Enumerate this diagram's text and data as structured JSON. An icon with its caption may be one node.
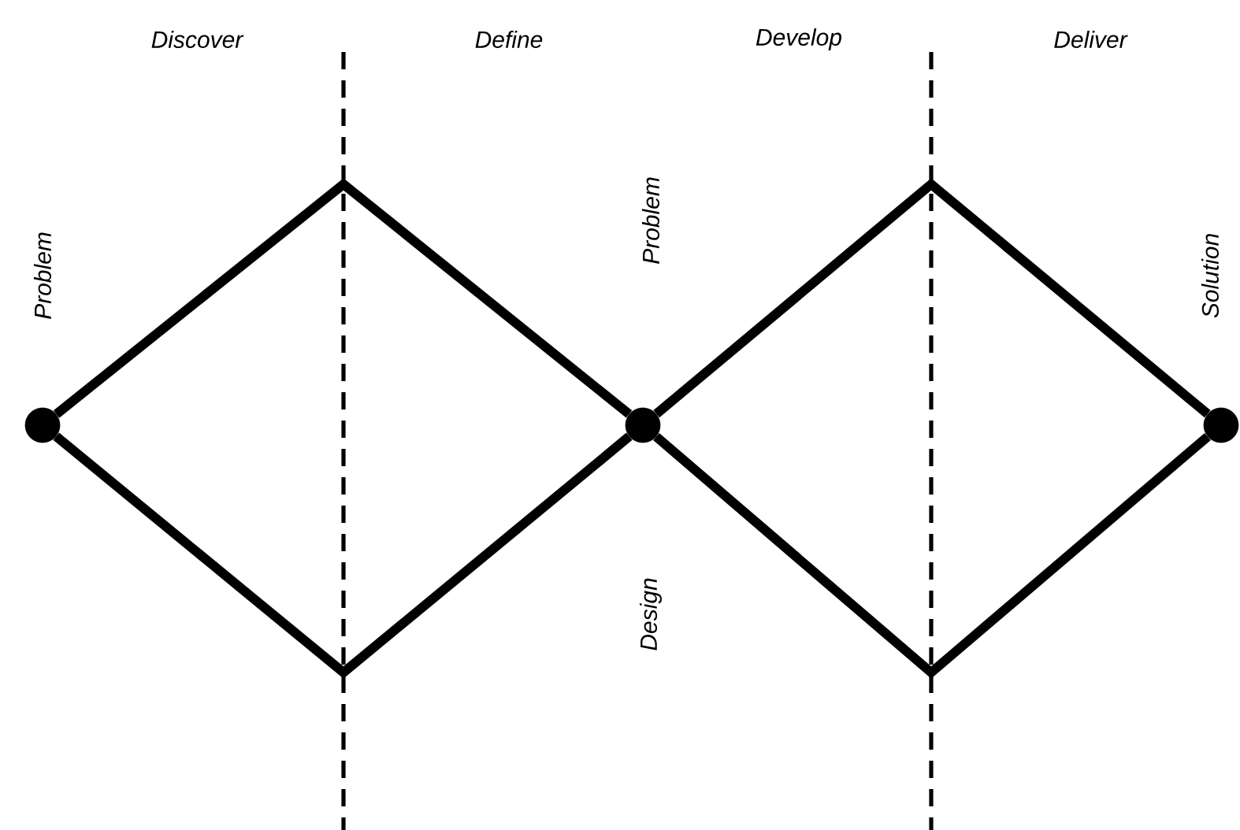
{
  "diagram": {
    "nodes": [
      {
        "text": [],
        "shape": "circle",
        "beside": [
          "Problem"
        ]
      },
      {
        "text": [],
        "shape": "circle"
      },
      {
        "text": [],
        "shape": "circle",
        "beside": [
          "Solution"
        ]
      }
    ],
    "edges": [
      {
        "from": 0,
        "to": 1,
        "arrow": "none"
      },
      {
        "from": 0,
        "to": 1,
        "arrow": "none"
      },
      {
        "from": 1,
        "to": 2,
        "arrow": "none"
      },
      {
        "from": 1,
        "to": 2,
        "arrow": "none"
      }
    ],
    "labels": [
      "Discover",
      "Define",
      "Develop",
      "Deliver",
      "Problem",
      "Design"
    ]
  }
}
